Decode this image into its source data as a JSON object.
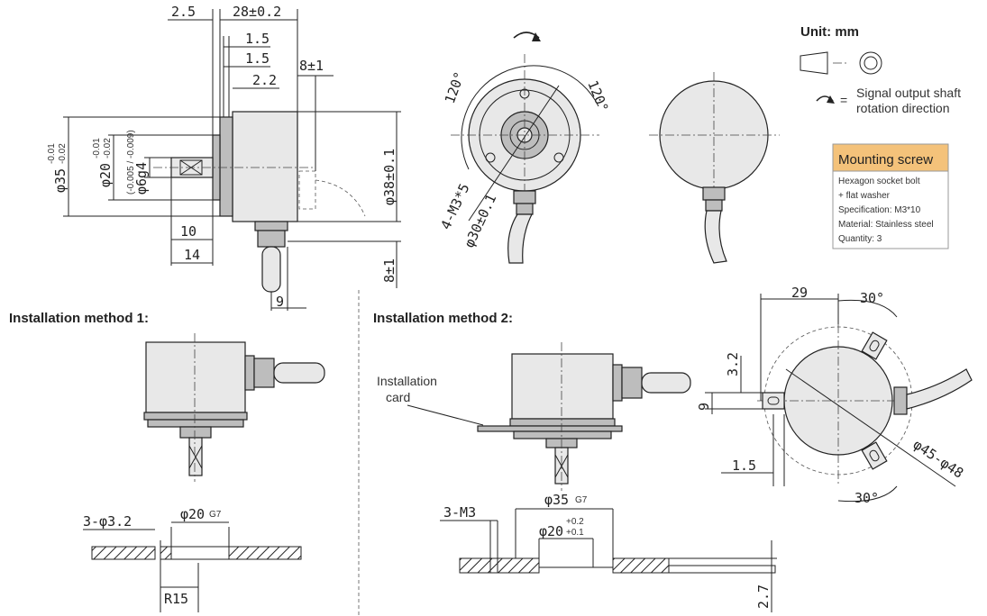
{
  "unit_label": "Unit: mm",
  "legend": {
    "rotation_text_1": "Signal output shaft",
    "rotation_text_2": "rotation direction",
    "equals": "="
  },
  "mounting_screw": {
    "title": "Mounting screw",
    "lines": [
      "Hexagon socket bolt",
      "+ flat washer",
      "Specification: M3*10",
      "Material: Stainless steel",
      "Quantity: 3"
    ],
    "header_color": "#f4c27a"
  },
  "side_view": {
    "dims": {
      "d2_5": "2.5",
      "d28": "28±0.2",
      "d1_5a": "1.5",
      "d1_5b": "1.5",
      "d2_2": "2.2",
      "d8_top": "8±1",
      "d38": "φ38±0.1",
      "d10": "10",
      "d14": "14",
      "d9": "9",
      "d8_bottom": "8±1",
      "d35": "φ35",
      "d35_tol_up": "-0.01",
      "d35_tol_dn": "-0.02",
      "d20": "φ20",
      "d20_tol_up": "-0.01",
      "d20_tol_dn": "-0.02",
      "d6": "φ6g4",
      "d6_tol": "(-0.005 / -0.009)"
    }
  },
  "front_view": {
    "angle_left": "120°",
    "angle_right": "120°",
    "holes": "4-M3*5",
    "pcd": "φ30±0.1"
  },
  "installation_1": {
    "title": "Installation method 1:",
    "holes": "3-φ3.2",
    "bore": "φ20",
    "bore_tol": "G7",
    "radius": "R15"
  },
  "installation_2": {
    "title": "Installation method 2:",
    "card_label_1": "Installation",
    "card_label_2": "card",
    "thread": "3-M3",
    "bore_outer": "φ35",
    "bore_outer_tol": "G7",
    "bore_inner": "φ20",
    "bore_inner_tol_up": "+0.2",
    "bore_inner_tol_dn": "+0.1",
    "depth": "2.7"
  },
  "card_view": {
    "d29": "29",
    "a30_top": "30°",
    "a30_bottom": "30°",
    "d3_2": "3.2",
    "d9": "9",
    "d1_5": "1.5",
    "range": "φ45-φ48"
  }
}
